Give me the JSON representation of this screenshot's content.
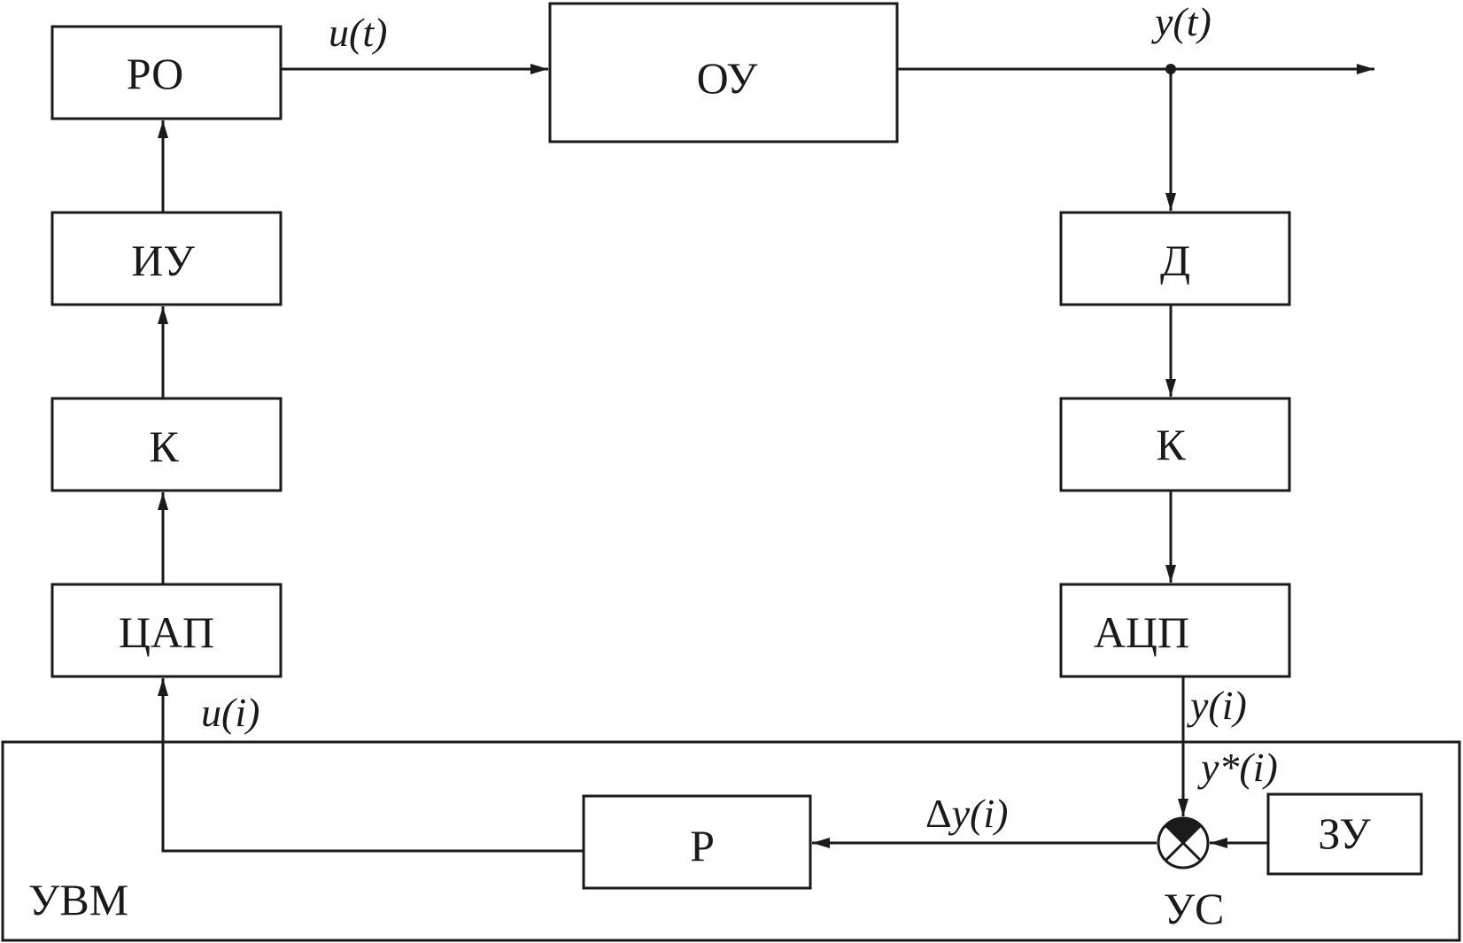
{
  "blocks": {
    "ro": "РО",
    "ou": "ОУ",
    "iu": "ИУ",
    "k_left": "К",
    "cap": "ЦАП",
    "d": "Д",
    "k_right": "К",
    "acp": "АЦП",
    "r": "Р",
    "zu": "ЗУ"
  },
  "labels": {
    "uvm": "УВМ",
    "us": "УС"
  },
  "signals": {
    "u_t": "u(t)",
    "y_t": "y(t)",
    "u_i": "u(i)",
    "y_i": "y(i)",
    "y_star_i": "y*(i)",
    "delta": "Δ",
    "delta_y_i": "y(i)"
  }
}
